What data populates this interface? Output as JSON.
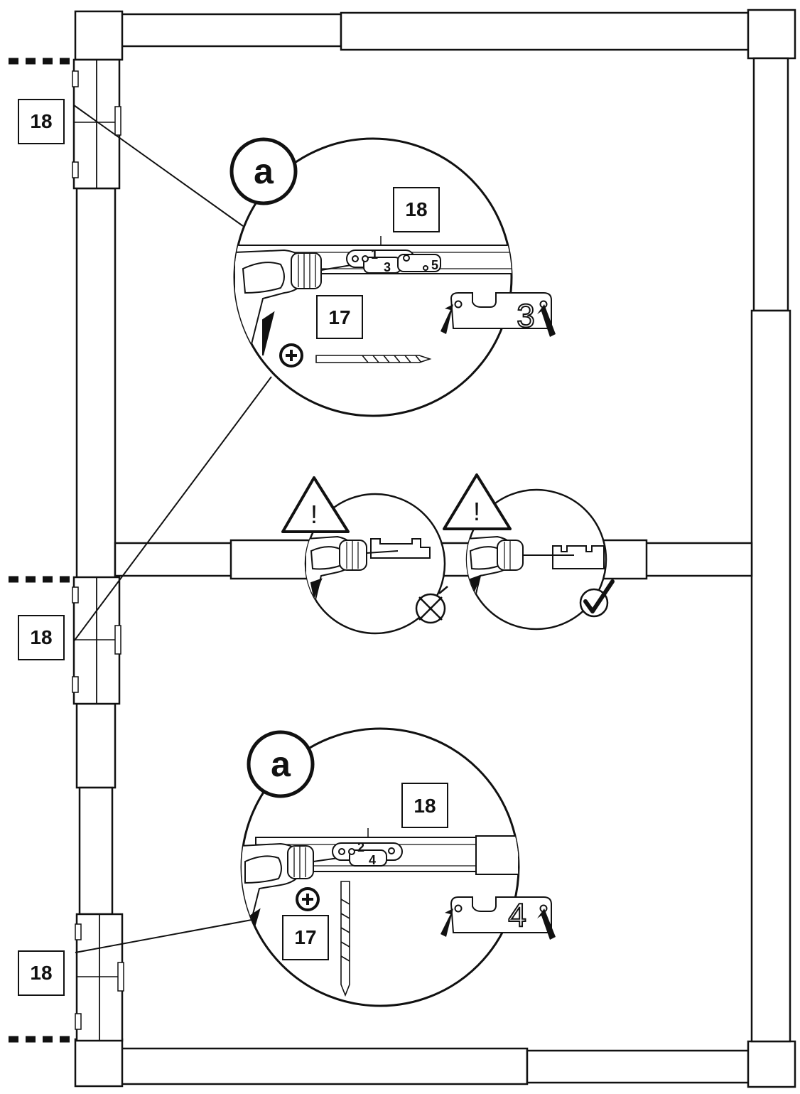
{
  "labels": {
    "part_18": "18",
    "part_17": "17",
    "step_a": "a",
    "hole_1": "1",
    "hole_2": "2",
    "hole_3": "3",
    "hole_4": "4",
    "hole_5": "5",
    "bracket_3": "3",
    "bracket_4": "4",
    "warning": "!"
  },
  "icons": [
    "drill-icon",
    "drill-bit-icon",
    "phillips-screw-icon",
    "warning-triangle-icon",
    "cross-mark-icon",
    "check-mark-icon",
    "arrow-icon"
  ]
}
